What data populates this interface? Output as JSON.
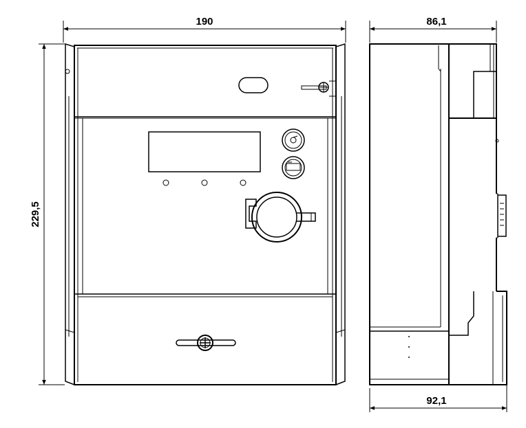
{
  "dimensions": {
    "front_width": "190",
    "side_depth_top": "86,1",
    "side_depth_bottom": "92,1",
    "height": "229,5"
  },
  "colors": {
    "line": "#000000",
    "background": "#ffffff",
    "panel_fill": "#ffffff",
    "shade": "#e6e6e6"
  },
  "icons": {
    "front_view": "meter-front-view",
    "side_view": "meter-side-view"
  }
}
